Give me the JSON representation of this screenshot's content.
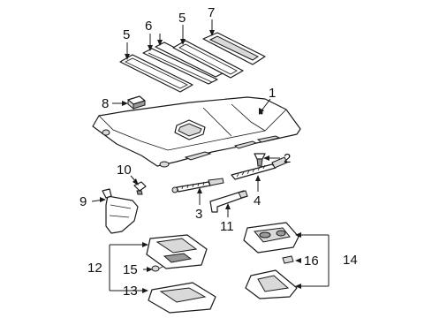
{
  "diagram": {
    "callouts": {
      "c1": "1",
      "c2": "2",
      "c3": "3",
      "c4": "4",
      "c5a": "5",
      "c5b": "5",
      "c6": "6",
      "c7": "7",
      "c8": "8",
      "c9": "9",
      "c10": "10",
      "c11": "11",
      "c12": "12",
      "c13": "13",
      "c14": "14",
      "c15": "15",
      "c16": "16"
    },
    "colors": {
      "line": "#1a1a1a",
      "shade": "#d9d9d9",
      "background": "#ffffff"
    }
  }
}
